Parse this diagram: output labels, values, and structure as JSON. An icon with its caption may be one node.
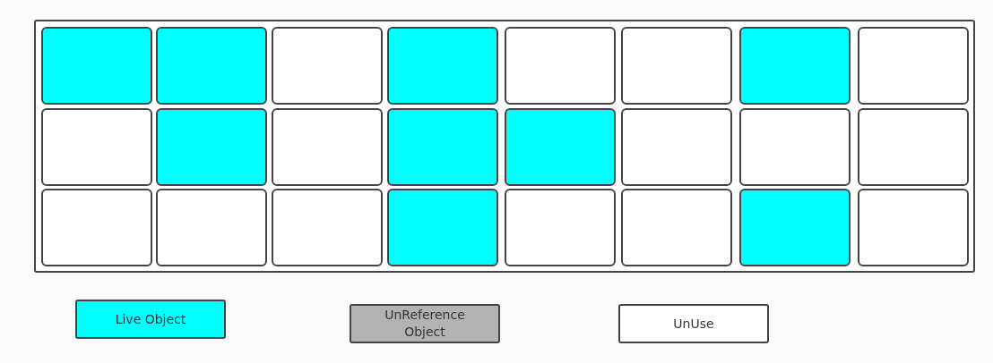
{
  "diagram": {
    "nodes": [
      {
        "text": [],
        "shape": "box"
      },
      {
        "text": [],
        "shape": "box",
        "in": 0
      },
      {
        "text": [],
        "shape": "box",
        "in": 0
      },
      {
        "text": [],
        "shape": "box",
        "in": 0
      },
      {
        "text": [],
        "shape": "box",
        "in": 0
      },
      {
        "text": [],
        "shape": "box",
        "in": 0
      },
      {
        "text": [],
        "shape": "box",
        "in": 0
      },
      {
        "text": [],
        "shape": "box",
        "in": 0
      },
      {
        "text": [],
        "shape": "box",
        "in": 0
      },
      {
        "text": [],
        "shape": "box",
        "in": 0
      },
      {
        "text": [],
        "shape": "box",
        "in": 0
      },
      {
        "text": [],
        "shape": "box",
        "in": 0
      },
      {
        "text": [],
        "shape": "box",
        "in": 0
      },
      {
        "text": [],
        "shape": "box",
        "in": 0
      },
      {
        "text": [],
        "shape": "box",
        "in": 0
      },
      {
        "text": [],
        "shape": "box",
        "in": 0
      },
      {
        "text": [],
        "shape": "box",
        "in": 0
      },
      {
        "text": [],
        "shape": "box",
        "in": 0
      },
      {
        "text": [],
        "shape": "box",
        "in": 0
      },
      {
        "text": [],
        "shape": "box",
        "in": 0
      },
      {
        "text": [],
        "shape": "box",
        "in": 0
      },
      {
        "text": [],
        "shape": "box",
        "in": 0
      },
      {
        "text": [],
        "shape": "box",
        "in": 0
      },
      {
        "text": [],
        "shape": "box",
        "in": 0
      },
      {
        "text": [],
        "shape": "box",
        "in": 0
      }
    ],
    "legend": [
      {
        "text": "Live Object",
        "color": "#00ffff"
      },
      {
        "text": "UnReference Object",
        "color": "#b3b3b3"
      },
      {
        "text": "UnUse",
        "color": "#ffffff"
      }
    ]
  }
}
